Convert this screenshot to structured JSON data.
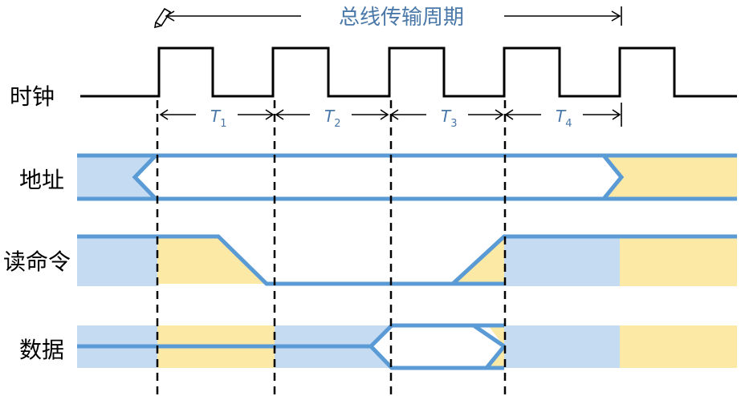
{
  "title": "总线传输周期",
  "signals": {
    "clock": "时钟",
    "address": "地址",
    "read": "读命令",
    "data": "数据"
  },
  "periods": [
    {
      "base": "T",
      "sub": "1"
    },
    {
      "base": "T",
      "sub": "2"
    },
    {
      "base": "T",
      "sub": "3"
    },
    {
      "base": "T",
      "sub": "4"
    }
  ],
  "colors": {
    "line": "#5b9bd5",
    "fill_blue": "#c5dbf2",
    "fill_yellow": "#fde9a6",
    "text": "#4a78a8",
    "black": "#000000"
  }
}
